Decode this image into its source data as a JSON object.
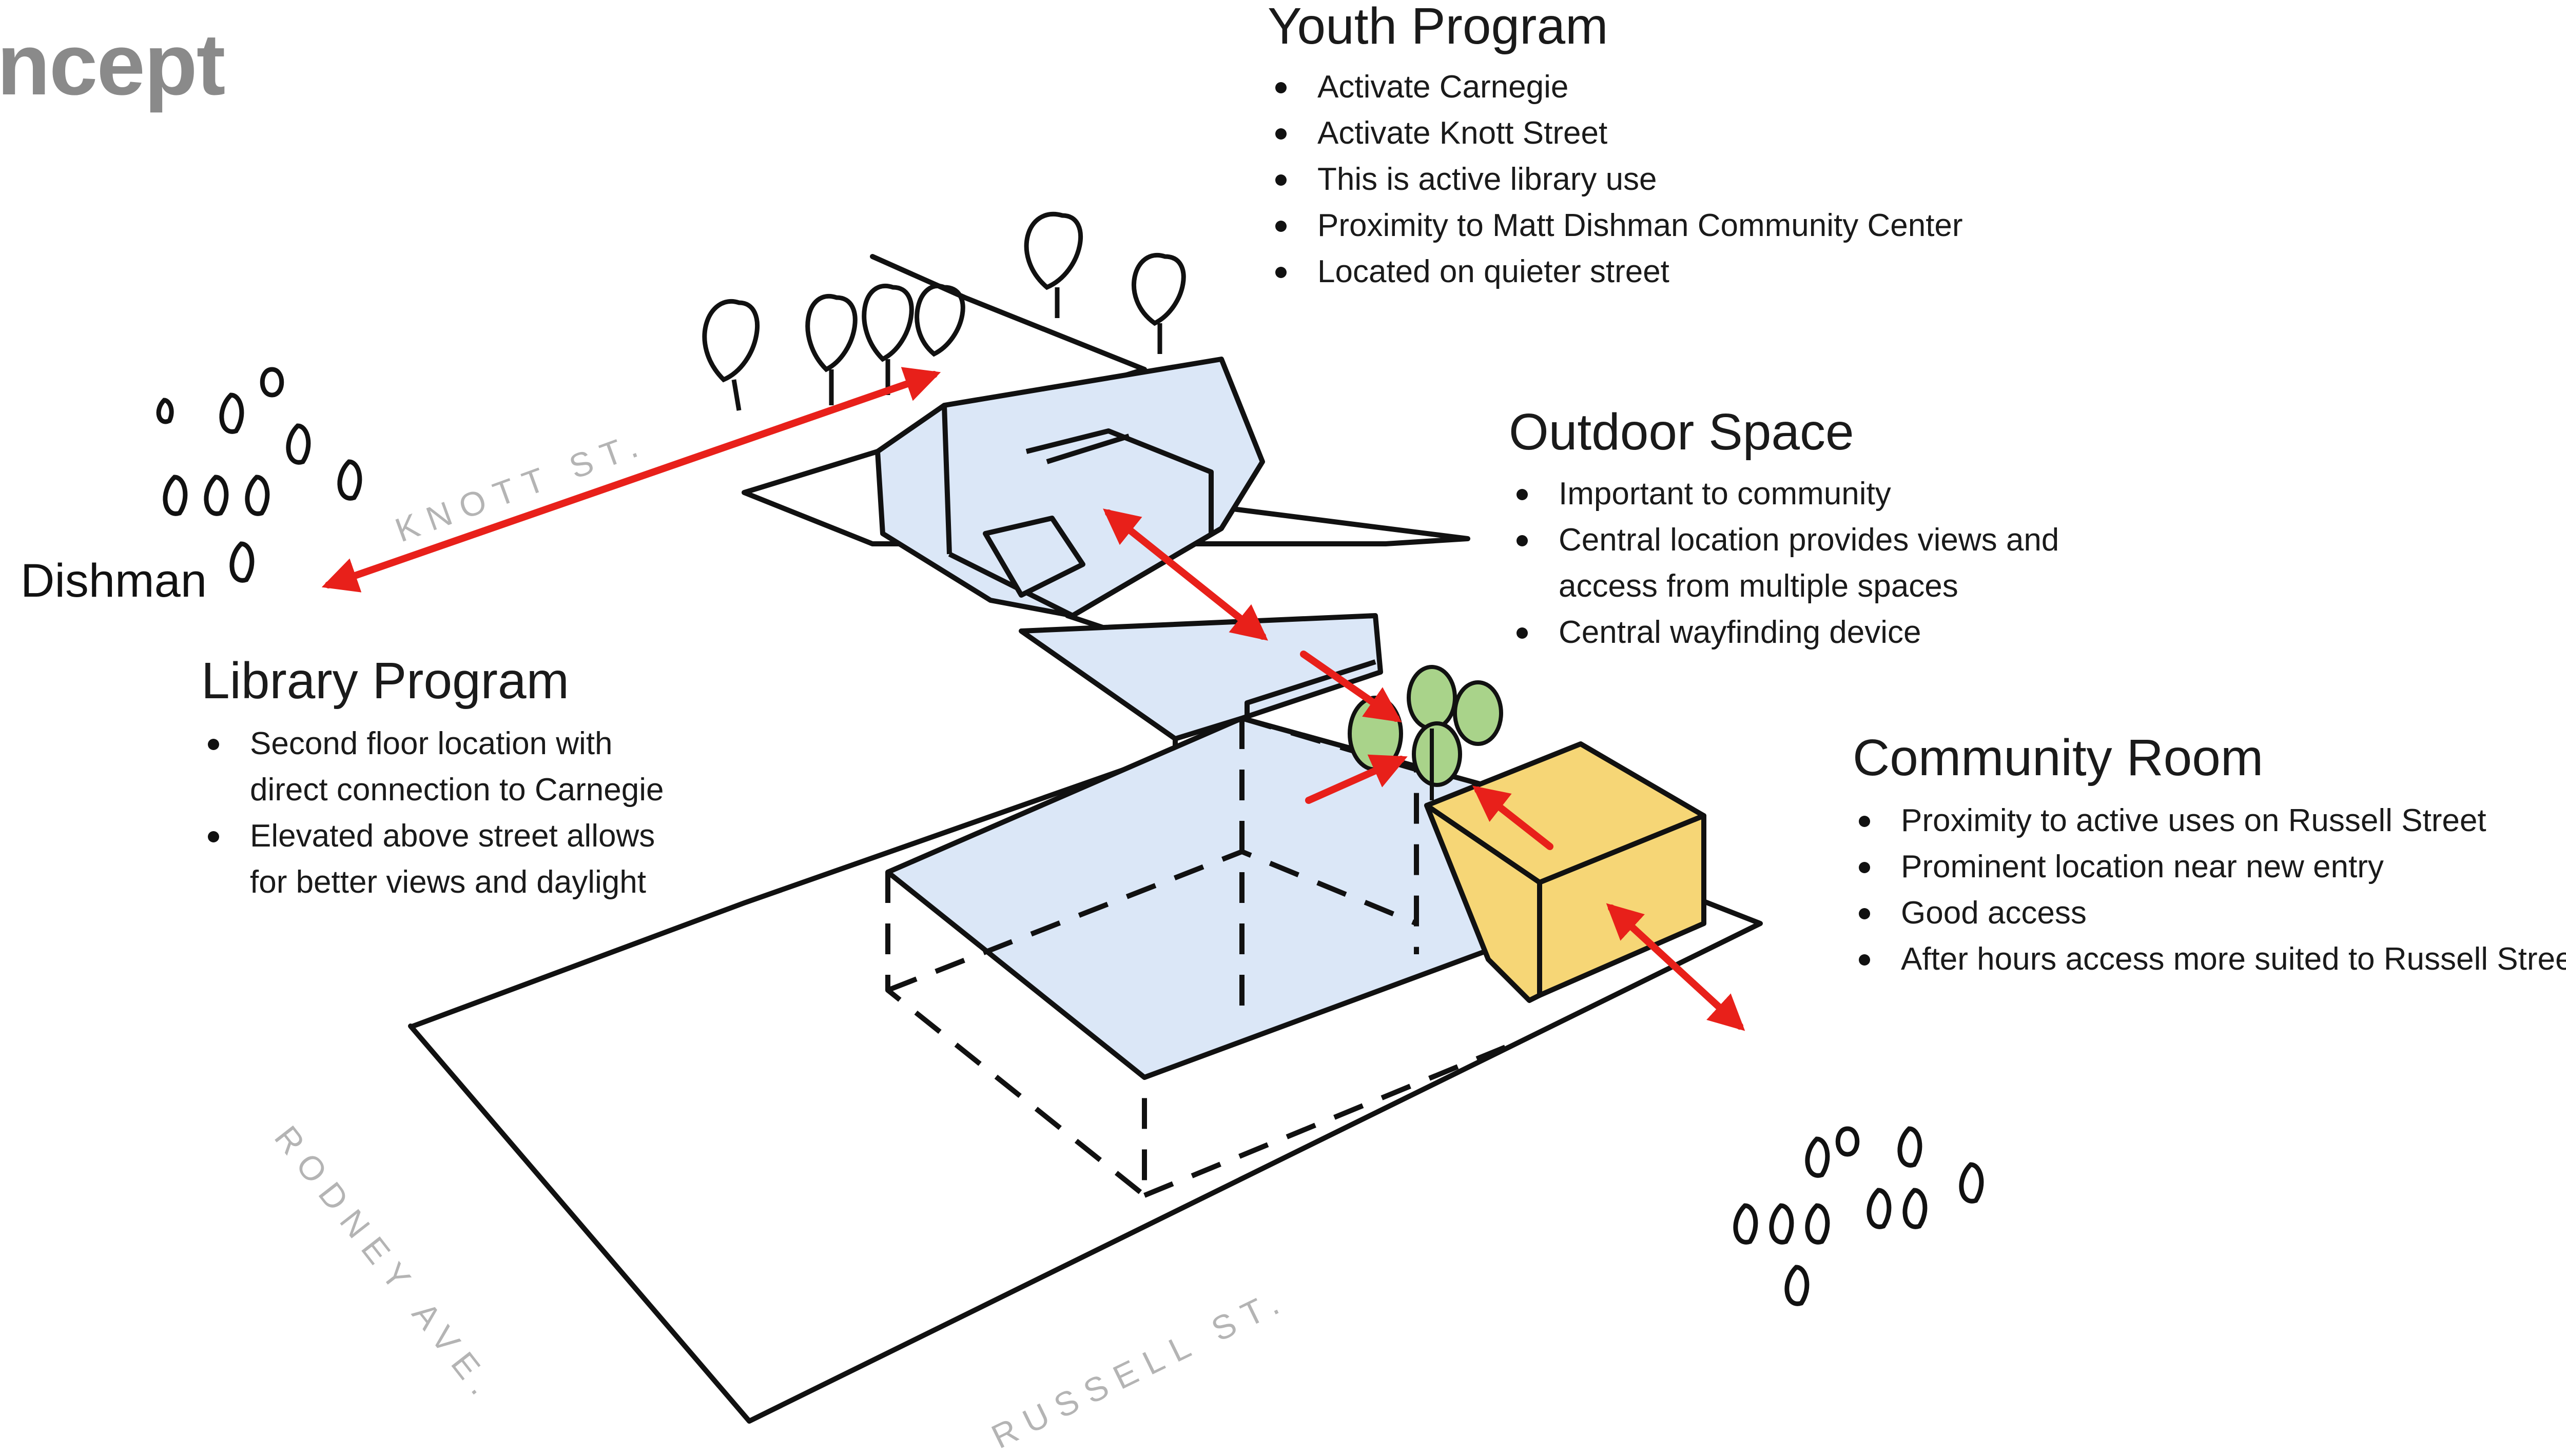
{
  "title": {
    "line1": "",
    "line2": "ncept"
  },
  "streets": {
    "knott": "KNOTT ST.",
    "rodney": "RODNEY AVE.",
    "russell": "RUSSELL ST."
  },
  "places": {
    "dishman": "Dishman"
  },
  "youth": {
    "heading": "Youth Program",
    "items": [
      "Activate Carnegie",
      "Activate Knott Street",
      "This is active library use",
      "Proximity to Matt Dishman Community Center",
      "Located on quieter street"
    ]
  },
  "outdoor": {
    "heading": "Outdoor Space",
    "items": [
      "Important to community",
      "Central location provides views and",
      "access from multiple spaces",
      "Central wayfinding device"
    ]
  },
  "library": {
    "heading": "Library Program",
    "items": [
      "Second floor location with",
      "direct connection to Carnegie",
      "Elevated above street allows",
      "for better views and daylight"
    ]
  },
  "community": {
    "heading": "Community Room",
    "items": [
      "Proximity to active uses on Russell Street",
      "Prominent location near new entry",
      "Good access",
      "After hours access more suited to Russell Street"
    ]
  },
  "colors": {
    "blue_fill": "#dbe7f7",
    "yellow_fill": "#f6d676",
    "green_fill": "#a9d38a",
    "arrow_red": "#e8201a",
    "ink": "#111111",
    "street_label": "#b4b4b4"
  }
}
